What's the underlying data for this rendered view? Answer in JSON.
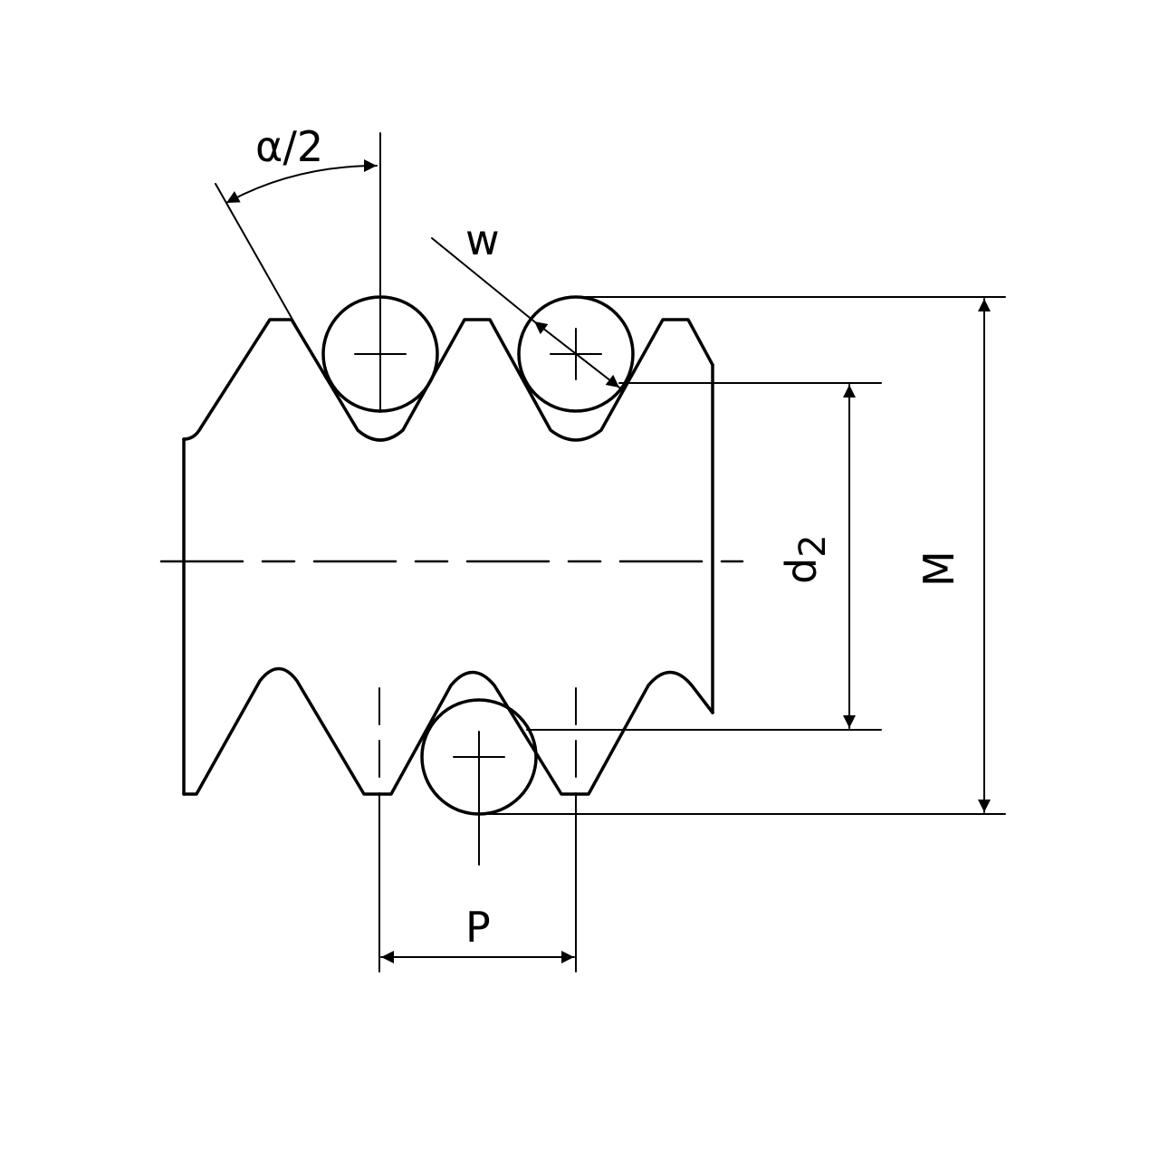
{
  "labels": {
    "half_angle": "α/2",
    "wire_diameter": "w",
    "pitch_diameter": "d",
    "pitch_diameter_subscript": "2",
    "measurement_over_wires": "M",
    "pitch": "P"
  },
  "colors": {
    "ink": "#000000",
    "background": "#ffffff"
  }
}
